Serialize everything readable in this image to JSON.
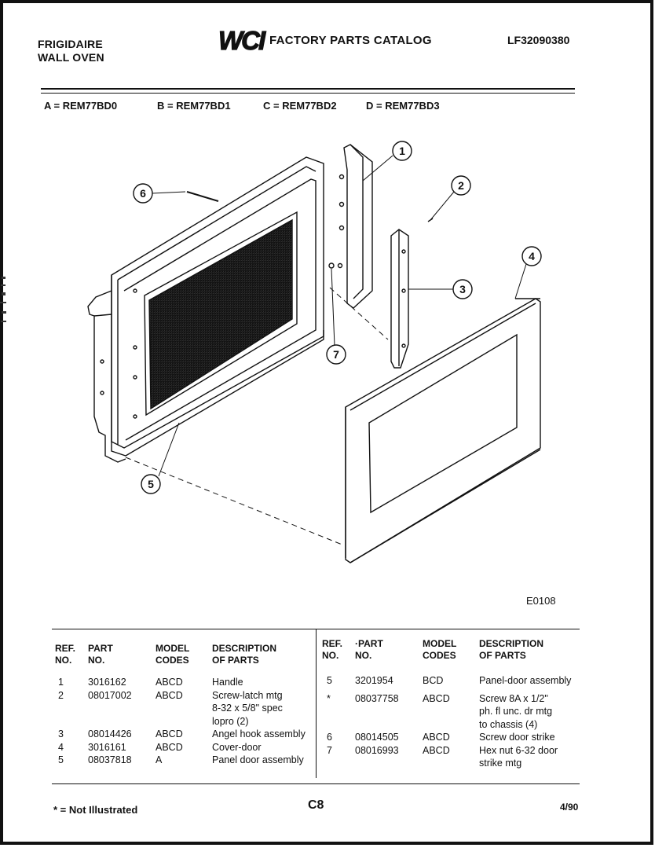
{
  "header": {
    "brand_line1": "FRIGIDAIRE",
    "brand_line2": "WALL OVEN",
    "logo_text": "WCI",
    "catalog_title": "FACTORY PARTS CATALOG",
    "catalog_number": "LF32090380"
  },
  "models": [
    {
      "label": "A = REM77BD0"
    },
    {
      "label": "B = REM77BD1"
    },
    {
      "label": "C = REM77BD2"
    },
    {
      "label": "D = REM77BD3"
    }
  ],
  "diagram": {
    "callouts": [
      "1",
      "2",
      "3",
      "4",
      "5",
      "6",
      "7"
    ],
    "figure_code": "E0108"
  },
  "table_headers": {
    "ref": [
      "REF.",
      "NO."
    ],
    "part": [
      "PART",
      "NO."
    ],
    "part_right": [
      "·PART",
      "NO."
    ],
    "model": [
      "MODEL",
      "CODES"
    ],
    "desc": [
      "DESCRIPTION",
      "OF PARTS"
    ]
  },
  "parts_left": [
    {
      "ref": "1",
      "part": "3016162",
      "codes": "ABCD",
      "desc": "Handle"
    },
    {
      "ref": "2",
      "part": "08017002",
      "codes": "ABCD",
      "desc": "Screw-latch mtg\n8-32 x 5/8\" spec\nlopro  (2)"
    },
    {
      "ref": "3",
      "part": "08014426",
      "codes": "ABCD",
      "desc": "Angel hook assembly"
    },
    {
      "ref": "4",
      "part": "3016161",
      "codes": "ABCD",
      "desc": "Cover-door"
    },
    {
      "ref": "5",
      "part": "08037818",
      "codes": "A",
      "desc": "Panel door assembly"
    }
  ],
  "parts_right": [
    {
      "ref": "5",
      "part": "3201954",
      "codes": "BCD",
      "desc": "Panel-door assembly"
    },
    {
      "ref": "*",
      "part": "08037758",
      "codes": "ABCD",
      "desc": "Screw 8A x 1/2\"\nph. fl unc. dr mtg\nto chassis (4)"
    },
    {
      "ref": "6",
      "part": "08014505",
      "codes": "ABCD",
      "desc": "Screw door strike"
    },
    {
      "ref": "7",
      "part": "08016993",
      "codes": "ABCD",
      "desc": "Hex nut 6-32 door\nstrike mtg"
    }
  ],
  "footer": {
    "note": "* = Not Illustrated",
    "page_code": "C8",
    "date": "4/90"
  }
}
